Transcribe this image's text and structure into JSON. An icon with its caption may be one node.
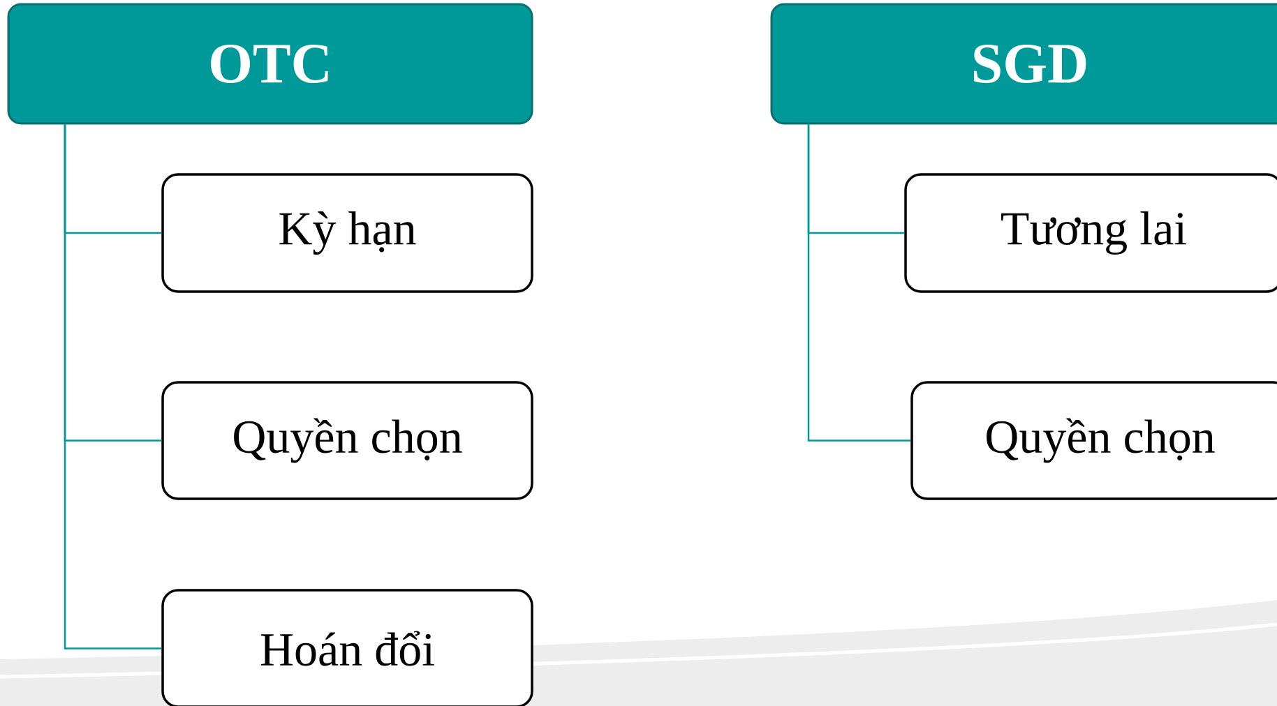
{
  "diagram": {
    "nodes": [
      {
        "text": [
          "OTC"
        ]
      },
      {
        "text": [
          "Kỳ hạn"
        ]
      },
      {
        "text": [
          "Quyền chọn"
        ]
      },
      {
        "text": [
          "Hoán đổi"
        ]
      },
      {
        "text": [
          "SGD"
        ]
      },
      {
        "text": [
          "Tương lai"
        ]
      },
      {
        "text": [
          "Quyền chọn"
        ]
      }
    ],
    "edges": [
      {
        "from": 0,
        "to": 1,
        "arrow": "none"
      },
      {
        "from": 0,
        "to": 2,
        "arrow": "none"
      },
      {
        "from": 0,
        "to": 3,
        "arrow": "none"
      },
      {
        "from": 4,
        "to": 5,
        "arrow": "none"
      },
      {
        "from": 4,
        "to": 6,
        "arrow": "none"
      }
    ]
  }
}
